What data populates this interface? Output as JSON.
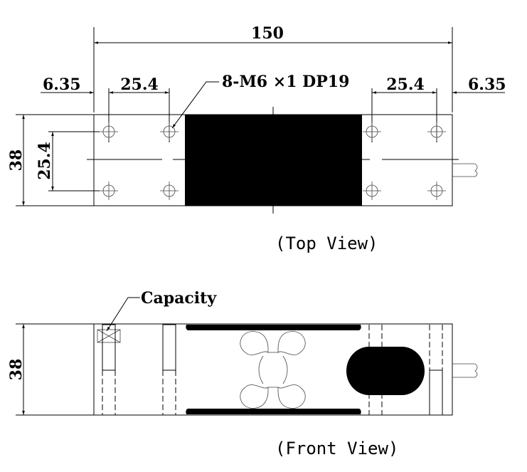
{
  "top_view": {
    "title": "(Top View)",
    "overall_length": "150",
    "edge_offset_left": "6.35",
    "hole_spacing_left": "25.4",
    "hole_spacing_right": "25.4",
    "edge_offset_right": "6.35",
    "thread_callout": "8-M6 ×1 DP19",
    "width": "38",
    "hole_spacing_vertical": "25.4"
  },
  "front_view": {
    "title": "(Front View)",
    "capacity_label": "Capacity",
    "height": "38"
  }
}
